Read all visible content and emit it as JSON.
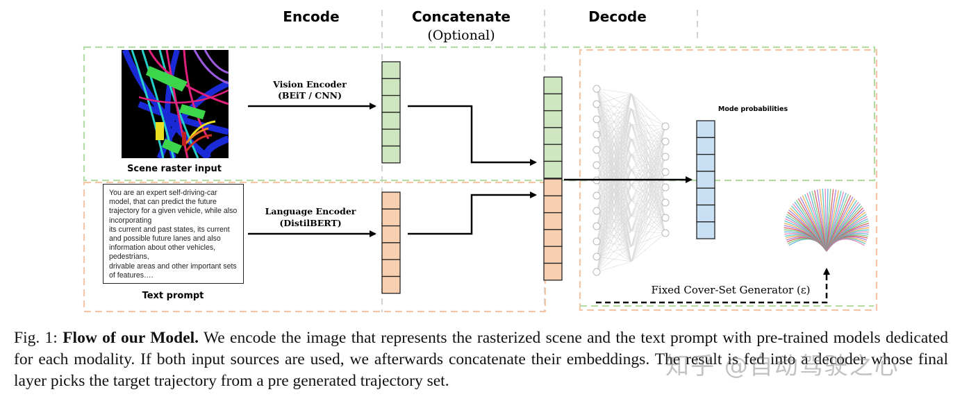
{
  "figure": {
    "stage_labels": {
      "encode": "Encode",
      "concatenate": "Concatenate",
      "optional": "(Optional)",
      "decode": "Decode"
    },
    "scene_label": "Scene raster input",
    "text_prompt_label": "Text prompt",
    "text_prompt": "You are an expert self-driving-car model, that can predict the future trajectory for a given vehicle, while also incorporating\nits current and past states, its current and possible future lanes and also information about other vehicles, pedestrians,\ndrivable areas and other important sets of features….",
    "vision_encoder": {
      "line1": "Vision Encoder",
      "line2": "(BEiT / CNN)"
    },
    "language_encoder": {
      "line1": "Language Encoder",
      "line2": "(DistilBERT)"
    },
    "mode_probabilities": "Mode probabilities",
    "cover_set_generator": "Fixed Cover-Set Generator (ε)",
    "colors": {
      "green_fill": "#cfe7c1",
      "green_border": "#a8d49a",
      "orange_fill": "#f9cfb2",
      "orange_border": "#f2b896",
      "blue_fill": "#c9dff3",
      "divider": "#c8c8c8"
    }
  },
  "caption": {
    "prefix": "Fig. 1: ",
    "title": "Flow of our Model.",
    "body": " We encode the image that represents the rasterized scene and the text prompt with pre-trained models dedicated for each modality. If both input sources are used, we afterwards concatenate their embeddings. The result is fed into a decoder whose final layer picks the target trajectory from a pre generated trajectory set."
  },
  "watermark": "知乎 @自动驾驶之心"
}
